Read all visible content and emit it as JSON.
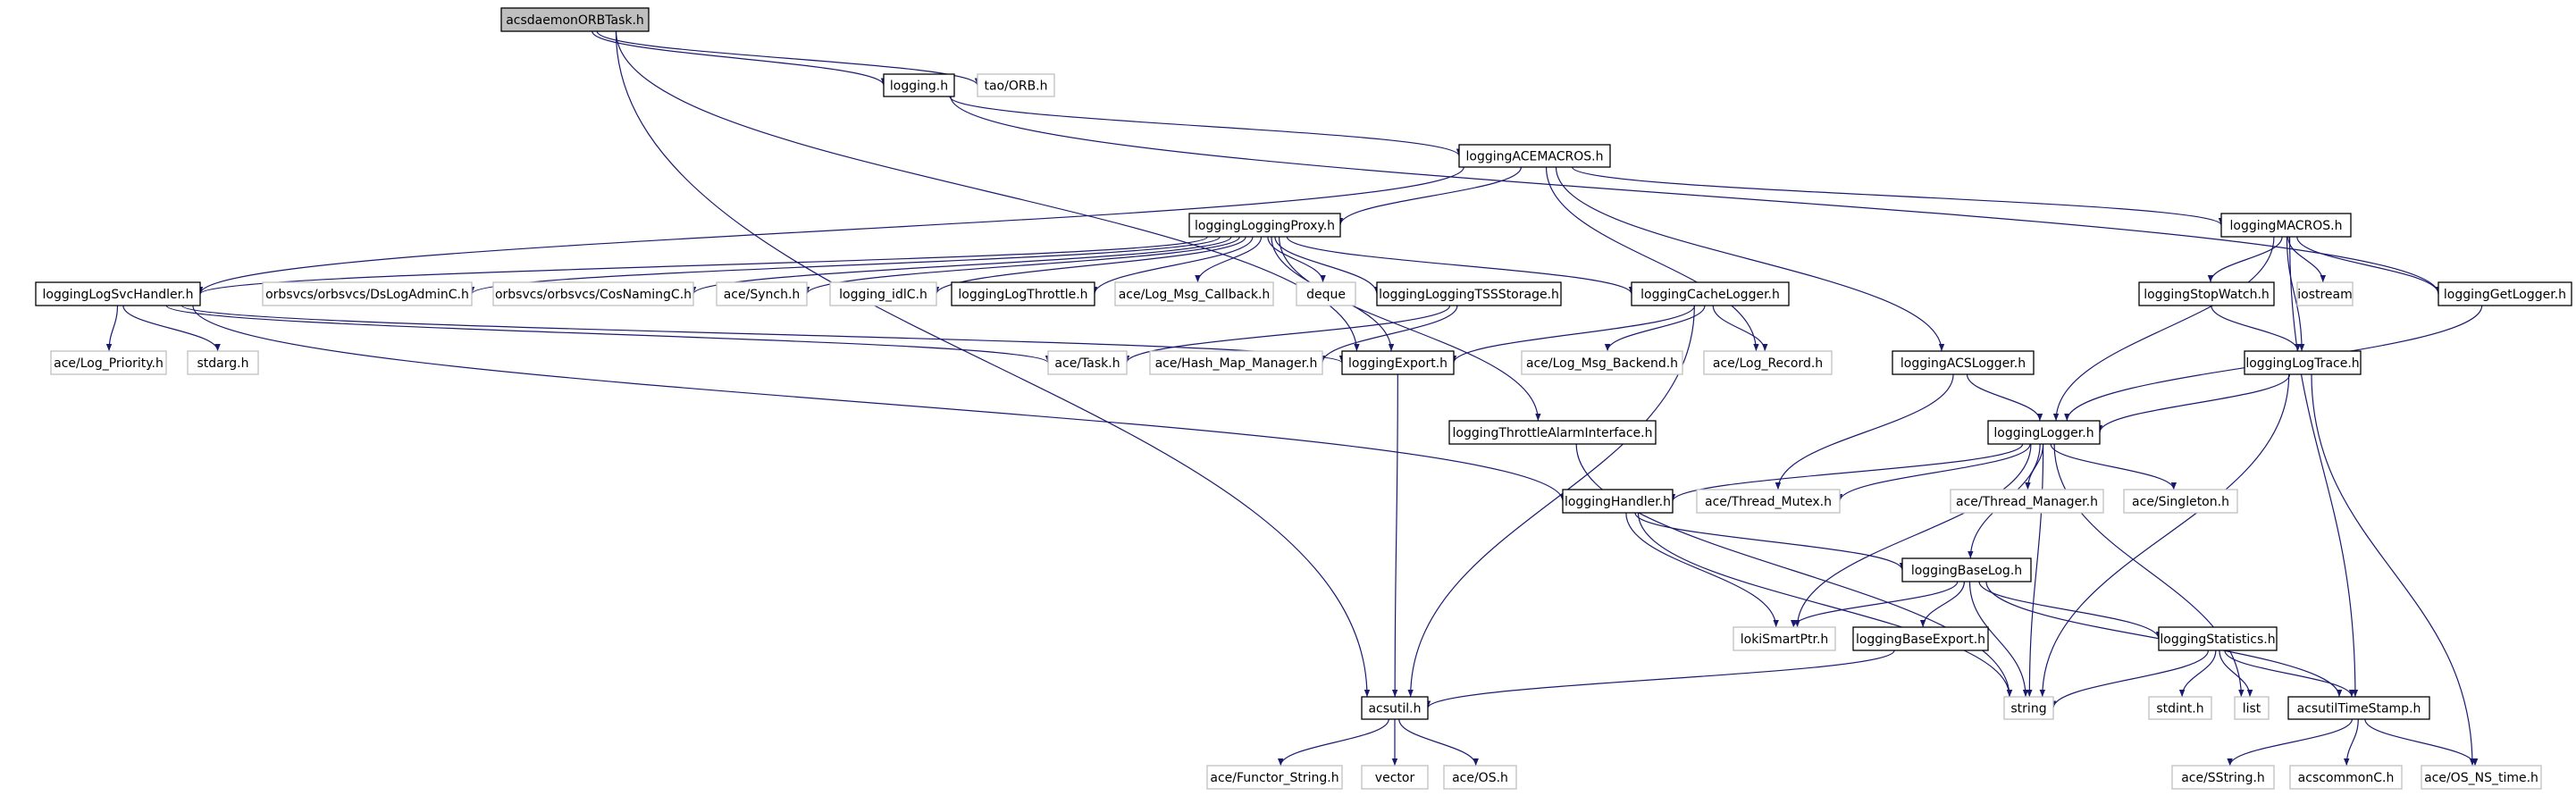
{
  "graph": {
    "title": "acsdaemonORBTask.h include dependency graph",
    "colors": {
      "edge": "#191970",
      "root_fill": "#bfbfbf",
      "documented_border": "#000000",
      "external_border": "#bfbfbf",
      "node_fill": "#ffffff"
    },
    "nodes": [
      {
        "id": "root",
        "label": "acsdaemonORBTask.h",
        "kind": "root"
      },
      {
        "id": "logging",
        "label": "logging.h",
        "kind": "documented"
      },
      {
        "id": "taoORB",
        "label": "tao/ORB.h",
        "kind": "external"
      },
      {
        "id": "aceMacros",
        "label": "loggingACEMACROS.h",
        "kind": "documented"
      },
      {
        "id": "proxy",
        "label": "loggingLoggingProxy.h",
        "kind": "documented"
      },
      {
        "id": "macros",
        "label": "loggingMACROS.h",
        "kind": "documented"
      },
      {
        "id": "svcHandler",
        "label": "loggingLogSvcHandler.h",
        "kind": "documented"
      },
      {
        "id": "dsLogAdmin",
        "label": "orbsvcs/orbsvcs/DsLogAdminC.h",
        "kind": "external"
      },
      {
        "id": "cosNaming",
        "label": "orbsvcs/orbsvcs/CosNamingC.h",
        "kind": "external"
      },
      {
        "id": "aceSynch",
        "label": "ace/Synch.h",
        "kind": "external"
      },
      {
        "id": "idlC",
        "label": "logging_idlC.h",
        "kind": "external"
      },
      {
        "id": "throttle",
        "label": "loggingLogThrottle.h",
        "kind": "documented"
      },
      {
        "id": "msgCallback",
        "label": "ace/Log_Msg_Callback.h",
        "kind": "external"
      },
      {
        "id": "deque",
        "label": "deque",
        "kind": "external"
      },
      {
        "id": "tss",
        "label": "loggingLoggingTSSStorage.h",
        "kind": "documented"
      },
      {
        "id": "cacheLogger",
        "label": "loggingCacheLogger.h",
        "kind": "documented"
      },
      {
        "id": "stopWatch",
        "label": "loggingStopWatch.h",
        "kind": "documented"
      },
      {
        "id": "iostream",
        "label": "iostream",
        "kind": "external"
      },
      {
        "id": "getLogger",
        "label": "loggingGetLogger.h",
        "kind": "documented"
      },
      {
        "id": "logPriority",
        "label": "ace/Log_Priority.h",
        "kind": "external"
      },
      {
        "id": "stdarg",
        "label": "stdarg.h",
        "kind": "external"
      },
      {
        "id": "aceTask",
        "label": "ace/Task.h",
        "kind": "external"
      },
      {
        "id": "hashMap",
        "label": "ace/Hash_Map_Manager.h",
        "kind": "external"
      },
      {
        "id": "export",
        "label": "loggingExport.h",
        "kind": "documented"
      },
      {
        "id": "msgBackend",
        "label": "ace/Log_Msg_Backend.h",
        "kind": "external"
      },
      {
        "id": "logRecord",
        "label": "ace/Log_Record.h",
        "kind": "external"
      },
      {
        "id": "acsLogger",
        "label": "loggingACSLogger.h",
        "kind": "documented"
      },
      {
        "id": "logTrace",
        "label": "loggingLogTrace.h",
        "kind": "documented"
      },
      {
        "id": "throttleAlarm",
        "label": "loggingThrottleAlarmInterface.h",
        "kind": "documented"
      },
      {
        "id": "logger",
        "label": "loggingLogger.h",
        "kind": "documented"
      },
      {
        "id": "handler",
        "label": "loggingHandler.h",
        "kind": "documented"
      },
      {
        "id": "threadMutex",
        "label": "ace/Thread_Mutex.h",
        "kind": "external"
      },
      {
        "id": "threadManager",
        "label": "ace/Thread_Manager.h",
        "kind": "external"
      },
      {
        "id": "singleton",
        "label": "ace/Singleton.h",
        "kind": "external"
      },
      {
        "id": "baseLog",
        "label": "loggingBaseLog.h",
        "kind": "documented"
      },
      {
        "id": "lokiSmartPtr",
        "label": "lokiSmartPtr.h",
        "kind": "external"
      },
      {
        "id": "baseExport",
        "label": "loggingBaseExport.h",
        "kind": "documented"
      },
      {
        "id": "statistics",
        "label": "loggingStatistics.h",
        "kind": "documented"
      },
      {
        "id": "acsutil",
        "label": "acsutil.h",
        "kind": "documented"
      },
      {
        "id": "string",
        "label": "string",
        "kind": "external"
      },
      {
        "id": "stdint",
        "label": "stdint.h",
        "kind": "external"
      },
      {
        "id": "list",
        "label": "list",
        "kind": "external"
      },
      {
        "id": "timeStamp",
        "label": "acsutilTimeStamp.h",
        "kind": "documented"
      },
      {
        "id": "functorString",
        "label": "ace/Functor_String.h",
        "kind": "external"
      },
      {
        "id": "vector",
        "label": "vector",
        "kind": "external"
      },
      {
        "id": "aceOS",
        "label": "ace/OS.h",
        "kind": "external"
      },
      {
        "id": "sstring",
        "label": "ace/SString.h",
        "kind": "external"
      },
      {
        "id": "acscommonC",
        "label": "acscommonC.h",
        "kind": "external"
      },
      {
        "id": "osNsTime",
        "label": "ace/OS_NS_time.h",
        "kind": "external"
      }
    ],
    "edges": [
      [
        "root",
        "logging"
      ],
      [
        "root",
        "taoORB"
      ],
      [
        "root",
        "acsutil"
      ],
      [
        "root",
        "export"
      ],
      [
        "logging",
        "aceMacros"
      ],
      [
        "logging",
        "getLogger"
      ],
      [
        "aceMacros",
        "proxy"
      ],
      [
        "aceMacros",
        "macros"
      ],
      [
        "aceMacros",
        "svcHandler"
      ],
      [
        "aceMacros",
        "acsLogger"
      ],
      [
        "aceMacros",
        "logRecord"
      ],
      [
        "proxy",
        "svcHandler"
      ],
      [
        "proxy",
        "dsLogAdmin"
      ],
      [
        "proxy",
        "cosNaming"
      ],
      [
        "proxy",
        "aceSynch"
      ],
      [
        "proxy",
        "idlC"
      ],
      [
        "proxy",
        "throttle"
      ],
      [
        "proxy",
        "msgCallback"
      ],
      [
        "proxy",
        "deque"
      ],
      [
        "proxy",
        "tss"
      ],
      [
        "proxy",
        "cacheLogger"
      ],
      [
        "proxy",
        "export"
      ],
      [
        "proxy",
        "throttleAlarm"
      ],
      [
        "svcHandler",
        "logPriority"
      ],
      [
        "svcHandler",
        "stdarg"
      ],
      [
        "svcHandler",
        "aceTask"
      ],
      [
        "svcHandler",
        "export"
      ],
      [
        "svcHandler",
        "handler"
      ],
      [
        "tss",
        "aceTask"
      ],
      [
        "tss",
        "hashMap"
      ],
      [
        "cacheLogger",
        "export"
      ],
      [
        "cacheLogger",
        "msgBackend"
      ],
      [
        "cacheLogger",
        "logRecord"
      ],
      [
        "cacheLogger",
        "acsutil"
      ],
      [
        "macros",
        "stopWatch"
      ],
      [
        "macros",
        "iostream"
      ],
      [
        "macros",
        "getLogger"
      ],
      [
        "macros",
        "logTrace"
      ],
      [
        "macros",
        "logger"
      ],
      [
        "macros",
        "timeStamp"
      ],
      [
        "stopWatch",
        "logTrace"
      ],
      [
        "getLogger",
        "logger"
      ],
      [
        "logTrace",
        "logger"
      ],
      [
        "logTrace",
        "string"
      ],
      [
        "logTrace",
        "osNsTime"
      ],
      [
        "acsLogger",
        "logger"
      ],
      [
        "acsLogger",
        "threadMutex"
      ],
      [
        "export",
        "acsutil"
      ],
      [
        "throttleAlarm",
        "string"
      ],
      [
        "logger",
        "handler"
      ],
      [
        "logger",
        "threadMutex"
      ],
      [
        "logger",
        "threadManager"
      ],
      [
        "logger",
        "singleton"
      ],
      [
        "logger",
        "baseLog"
      ],
      [
        "logger",
        "lokiSmartPtr"
      ],
      [
        "logger",
        "string"
      ],
      [
        "logger",
        "list"
      ],
      [
        "handler",
        "baseLog"
      ],
      [
        "handler",
        "lokiSmartPtr"
      ],
      [
        "handler",
        "string"
      ],
      [
        "baseLog",
        "lokiSmartPtr"
      ],
      [
        "baseLog",
        "baseExport"
      ],
      [
        "baseLog",
        "statistics"
      ],
      [
        "baseLog",
        "string"
      ],
      [
        "baseLog",
        "timeStamp"
      ],
      [
        "baseExport",
        "acsutil"
      ],
      [
        "statistics",
        "string"
      ],
      [
        "statistics",
        "stdint"
      ],
      [
        "statistics",
        "list"
      ],
      [
        "statistics",
        "timeStamp"
      ],
      [
        "acsutil",
        "functorString"
      ],
      [
        "acsutil",
        "vector"
      ],
      [
        "acsutil",
        "aceOS"
      ],
      [
        "timeStamp",
        "sstring"
      ],
      [
        "timeStamp",
        "acscommonC"
      ],
      [
        "timeStamp",
        "osNsTime"
      ]
    ]
  }
}
